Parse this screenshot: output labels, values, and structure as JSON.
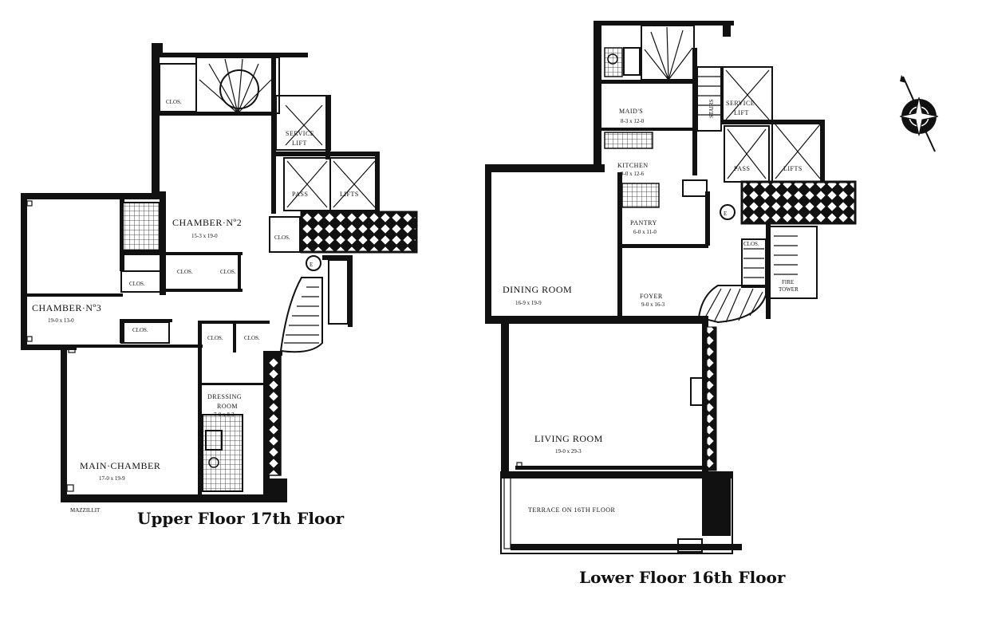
{
  "upper_floor": {
    "caption": "Upper Floor 17th Floor",
    "draftsman": "MAZZILLIT",
    "rooms": {
      "chamber2": {
        "name": "CHAMBER·Nº2",
        "dim": "15-3 x 19-0"
      },
      "chamber3": {
        "name": "CHAMBER·Nº3",
        "dim": "19-0 x 13-0"
      },
      "main_chamber": {
        "name": "MAIN·CHAMBER",
        "dim": "17-0 x 19-9"
      },
      "dressing": {
        "name1": "DRESSING",
        "name2": "ROOM",
        "dim": "7-0 x 8-3"
      },
      "service_lift": {
        "name1": "SERVICE",
        "name2": "LIFT"
      },
      "pass": "PASS",
      "lifts": "LIFTS",
      "clos": "CLOS."
    }
  },
  "lower_floor": {
    "caption": "Lower Floor 16th Floor",
    "rooms": {
      "maids": {
        "name": "MAID'S",
        "dim": "8-3 x 12-0"
      },
      "kitchen": {
        "name": "KITCHEN",
        "dim": "9-0 x 12-6"
      },
      "pantry": {
        "name": "PANTRY",
        "dim": "6-0 x 11-0"
      },
      "dining": {
        "name": "DINING ROOM",
        "dim": "16-9 x 19-9"
      },
      "foyer": {
        "name": "FOYER",
        "dim": "9-0 x 16-3"
      },
      "living": {
        "name": "LIVING ROOM",
        "dim": "19-0 x 29-3"
      },
      "terrace": "TERRACE ON 16TH FLOOR",
      "stairs": "STAIRS",
      "service_lift": {
        "name1": "SERVICE",
        "name2": "LIFT"
      },
      "pass": "PASS",
      "lifts": "LIFTS",
      "fire_tower": {
        "name1": "FIRE",
        "name2": "TOWER"
      },
      "clos": "CLOS."
    }
  },
  "compass": {
    "icon": "compass-rose-icon"
  }
}
